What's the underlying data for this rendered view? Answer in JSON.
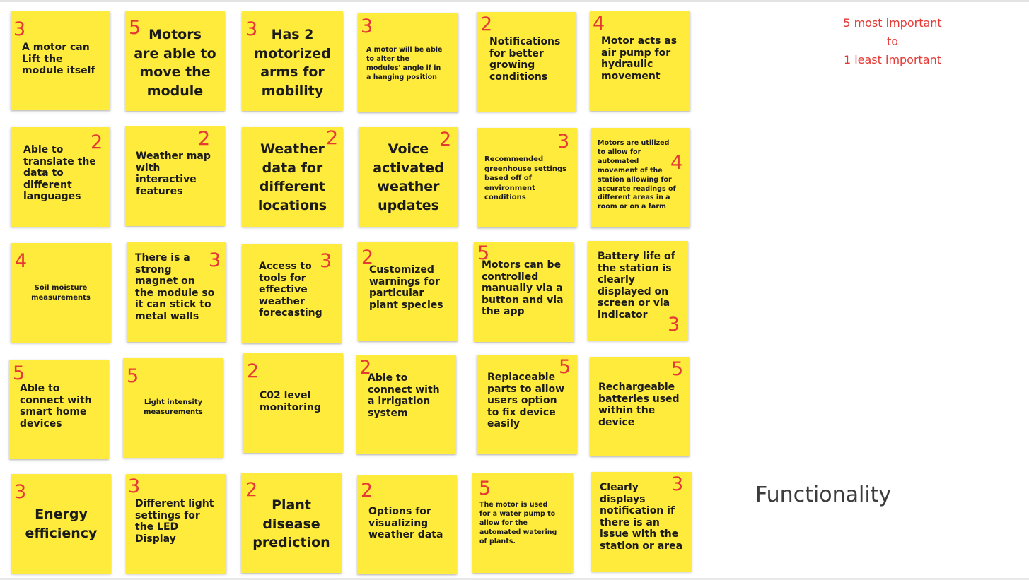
{
  "board": {
    "legend": {
      "line1": "5 most important",
      "line2": "to",
      "line3": "1 least important"
    },
    "category_title": "Functionality",
    "note_color": "#ffeb3b",
    "score_color": "#e53935",
    "notes": [
      {
        "text": "A motor can\nLift the\nmodule itself",
        "score": "3"
      },
      {
        "text": "Motors\nare able to\nmove the\nmodule",
        "score": "5"
      },
      {
        "text": "Has 2\nmotorized\narms for\nmobility",
        "score": "3"
      },
      {
        "text": "A motor will be able\nto alter the\nmodules' angle if in\na hanging position",
        "score": "3"
      },
      {
        "text": "Notifications\nfor better\ngrowing\nconditions",
        "score": "2"
      },
      {
        "text": "Motor acts as\nair pump for\nhydraulic\nmovement",
        "score": "4"
      },
      {
        "text": "Able to\ntranslate the\ndata to\ndifferent\nlanguages",
        "score": "2"
      },
      {
        "text": "Weather map\nwith\ninteractive\nfeatures",
        "score": "2"
      },
      {
        "text": "Weather\ndata for\ndifferent\nlocations",
        "score": "2"
      },
      {
        "text": "Voice\nactivated\nweather\nupdates",
        "score": "2"
      },
      {
        "text": "Recommended\ngreenhouse settings\nbased off of\nenvironment\nconditions",
        "score": "3"
      },
      {
        "text": "Motors are utilized\nto allow for\nautomated\nmovement of the\nstation allowing for\naccurate readings of\ndifferent areas in a\nroom or on a farm",
        "score": "4"
      },
      {
        "text": "Soil moisture\nmeasurements",
        "score": "4"
      },
      {
        "text": "There is a\nstrong\nmagnet on\nthe module so\nit can stick to\nmetal walls",
        "score": "3"
      },
      {
        "text": "Access to\ntools for\neffective\nweather\nforecasting",
        "score": "3"
      },
      {
        "text": "Customized\nwarnings for\nparticular\nplant species",
        "score": "2"
      },
      {
        "text": "Motors can be\ncontrolled\nmanually via a\nbutton and via\nthe app",
        "score": "5"
      },
      {
        "text": "Battery life of\nthe station is\nclearly\ndisplayed on\nscreen or via\nindicator",
        "score": "3"
      },
      {
        "text": "Able to\nconnect with\nsmart home\ndevices",
        "score": "5"
      },
      {
        "text": "Light intensity\nmeasurements",
        "score": "5"
      },
      {
        "text": "C02 level\nmonitoring",
        "score": "2"
      },
      {
        "text": "Able to\nconnect with\na irrigation\nsystem",
        "score": "2"
      },
      {
        "text": "Replaceable\nparts to allow\nusers option\nto fix device\neasily",
        "score": "5"
      },
      {
        "text": "Rechargeable\nbatteries used\nwithin the\ndevice",
        "score": "5"
      },
      {
        "text": "Energy\nefficiency",
        "score": "3"
      },
      {
        "text": "Different light\nsettings for\nthe LED\nDisplay",
        "score": "3"
      },
      {
        "text": "Plant\ndisease\nprediction",
        "score": "2"
      },
      {
        "text": "Options for\nvisualizing\nweather data",
        "score": "2"
      },
      {
        "text": "The motor is used\nfor a water pump to\nallow for the\nautomated watering\nof plants.",
        "score": "5"
      },
      {
        "text": "Clearly\ndisplays\nnotification if\nthere is an\nissue with the\nstation or area",
        "score": "3"
      }
    ]
  }
}
